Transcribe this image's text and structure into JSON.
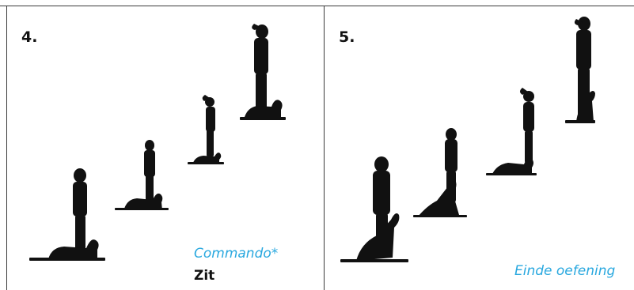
{
  "panels": [
    {
      "number": "4.",
      "caption": "Commando*",
      "caption_word": "Zit"
    },
    {
      "number": "5.",
      "caption": "Einde oefening"
    }
  ],
  "colors": {
    "caption": "#29a8df",
    "silhouette": "#111111",
    "rule": "#3a3a3a"
  },
  "figures": {
    "panel4": [
      "person-with-dog-down",
      "person-with-dog-down",
      "person-with-dog-down",
      "person-with-dog-down"
    ],
    "panel5": [
      "person-with-dog-sit",
      "person-with-dog-sit",
      "person-with-dog-down",
      "person-with-dog-sit"
    ]
  }
}
